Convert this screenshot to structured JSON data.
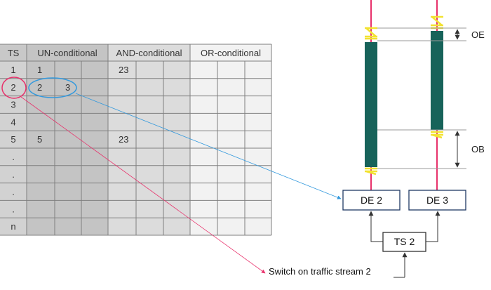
{
  "table": {
    "headers": {
      "ts": "TS",
      "un": "UN-conditional",
      "and": "AND-conditional",
      "or": "OR-conditional"
    },
    "rows": [
      {
        "ts": "1",
        "un": [
          "1",
          "",
          ""
        ],
        "and": [
          "23",
          "",
          ""
        ],
        "or": [
          "",
          "",
          ""
        ]
      },
      {
        "ts": "2",
        "un": [
          "2",
          "3",
          ""
        ],
        "and": [
          "",
          "",
          ""
        ],
        "or": [
          "",
          "",
          ""
        ]
      },
      {
        "ts": "3",
        "un": [
          "",
          "",
          ""
        ],
        "and": [
          "",
          "",
          ""
        ],
        "or": [
          "",
          "",
          ""
        ]
      },
      {
        "ts": "4",
        "un": [
          "",
          "",
          ""
        ],
        "and": [
          "",
          "",
          ""
        ],
        "or": [
          "",
          "",
          ""
        ]
      },
      {
        "ts": "5",
        "un": [
          "5",
          "",
          ""
        ],
        "and": [
          "23",
          "",
          ""
        ],
        "or": [
          "",
          "",
          ""
        ]
      },
      {
        "ts": ".",
        "un": [
          "",
          "",
          ""
        ],
        "and": [
          "",
          "",
          ""
        ],
        "or": [
          "",
          "",
          ""
        ]
      },
      {
        "ts": ".",
        "un": [
          "",
          "",
          ""
        ],
        "and": [
          "",
          "",
          ""
        ],
        "or": [
          "",
          "",
          ""
        ]
      },
      {
        "ts": ".",
        "un": [
          "",
          "",
          ""
        ],
        "and": [
          "",
          "",
          ""
        ],
        "or": [
          "",
          "",
          ""
        ]
      },
      {
        "ts": ".",
        "un": [
          "",
          "",
          ""
        ],
        "and": [
          "",
          "",
          ""
        ],
        "or": [
          "",
          "",
          ""
        ]
      },
      {
        "ts": "n",
        "un": [
          "",
          "",
          ""
        ],
        "and": [
          "",
          "",
          ""
        ],
        "or": [
          "",
          "",
          ""
        ]
      }
    ]
  },
  "boxes": {
    "de2": "DE 2",
    "de3": "DE 3",
    "ts2": "TS 2"
  },
  "labels": {
    "oe": "OE",
    "ob": "OB",
    "switch": "Switch on traffic stream 2"
  },
  "colors": {
    "header_ts": "#c8c8c8",
    "un_fill": "#c4c4c4",
    "ts_fill": "#d2d2d2",
    "and_fill": "#dcdcdc",
    "or_fill": "#f2f2f2",
    "grid": "#7f7f7f",
    "bar": "#17635a",
    "wire": "#e8316b",
    "yellow": "#f2e230",
    "blue": "#3399dd",
    "red_circle": "#e8316b"
  }
}
